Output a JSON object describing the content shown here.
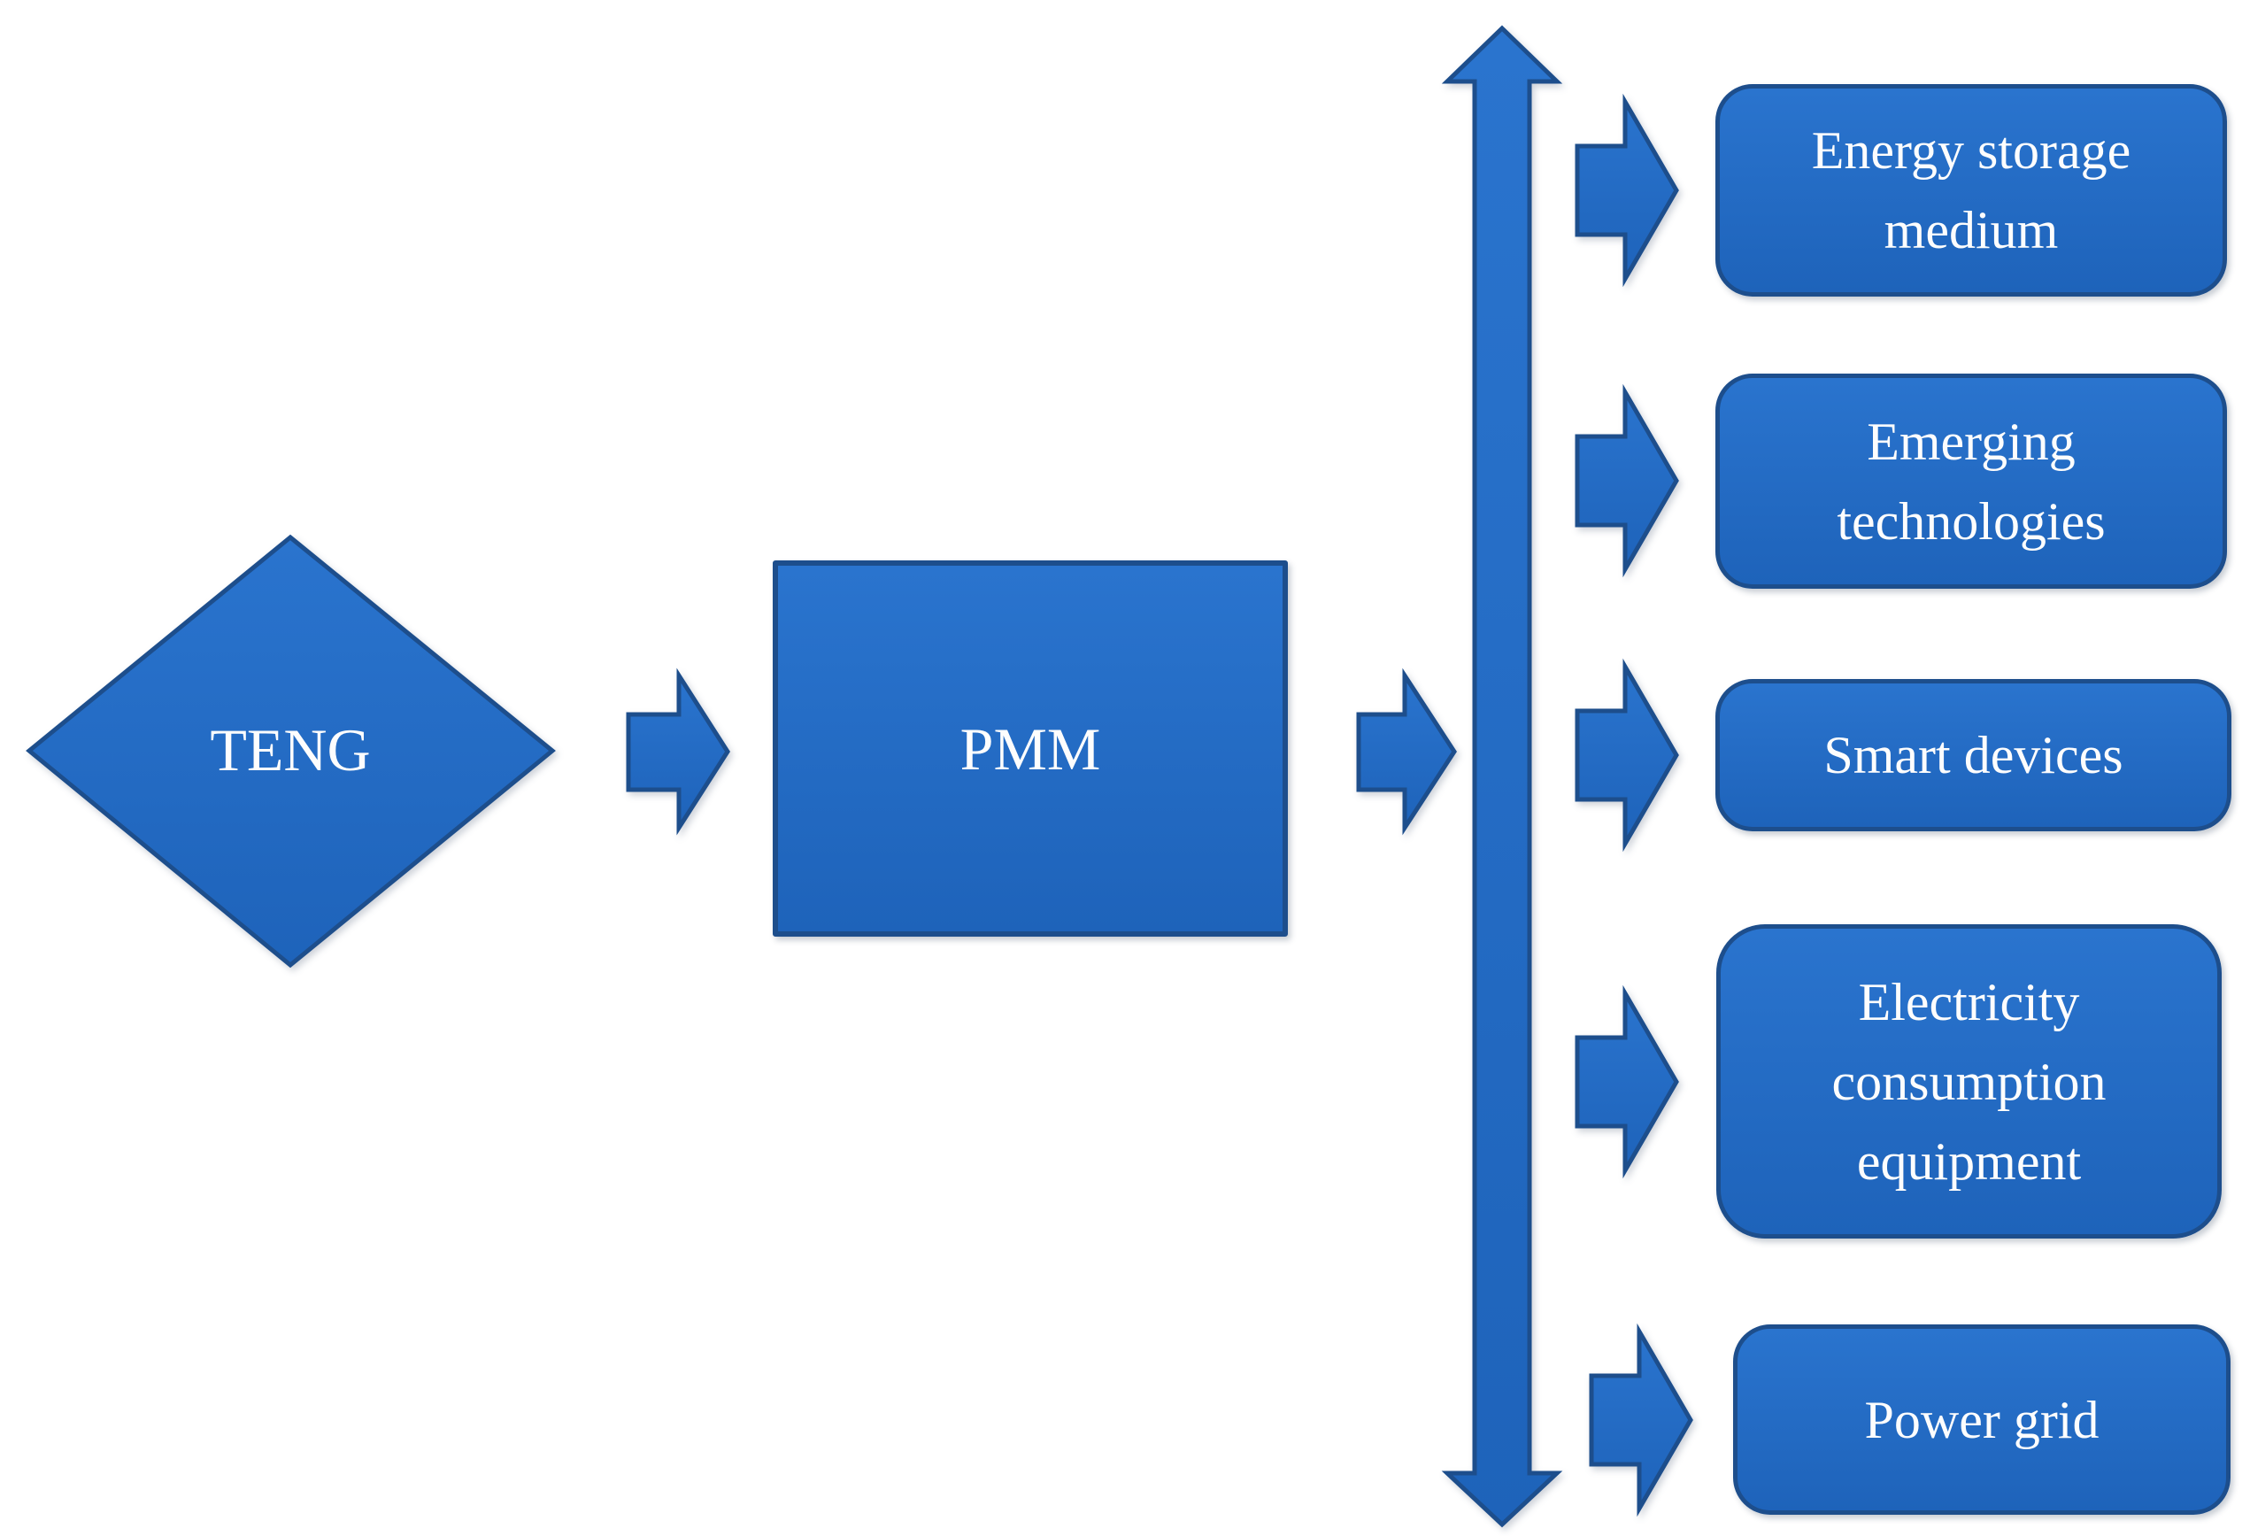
{
  "diagram": {
    "background": "#ffffff",
    "colors": {
      "shape_fill_top": "#2a74ce",
      "shape_fill_bottom": "#1e63ba",
      "shape_border": "#1d4e8c",
      "label_text": "#fdfdfd",
      "page_background": "#ffffff"
    },
    "nodes": {
      "source": {
        "label": "TENG",
        "shape": "diamond"
      },
      "manager": {
        "label": "PMM",
        "shape": "rectangle"
      }
    },
    "outputs": [
      {
        "label": "Energy storage\nmedium"
      },
      {
        "label": "Emerging\ntechnologies"
      },
      {
        "label": "Smart devices"
      },
      {
        "label": "Electricity\nconsumption\nequipment"
      },
      {
        "label": "Power grid"
      }
    ],
    "connectors": {
      "source_to_manager": "right-block-arrow",
      "manager_to_bus": "right-block-arrow",
      "bus": "vertical-double-headed-arrow",
      "bus_to_each_output": "right-block-arrow"
    }
  }
}
